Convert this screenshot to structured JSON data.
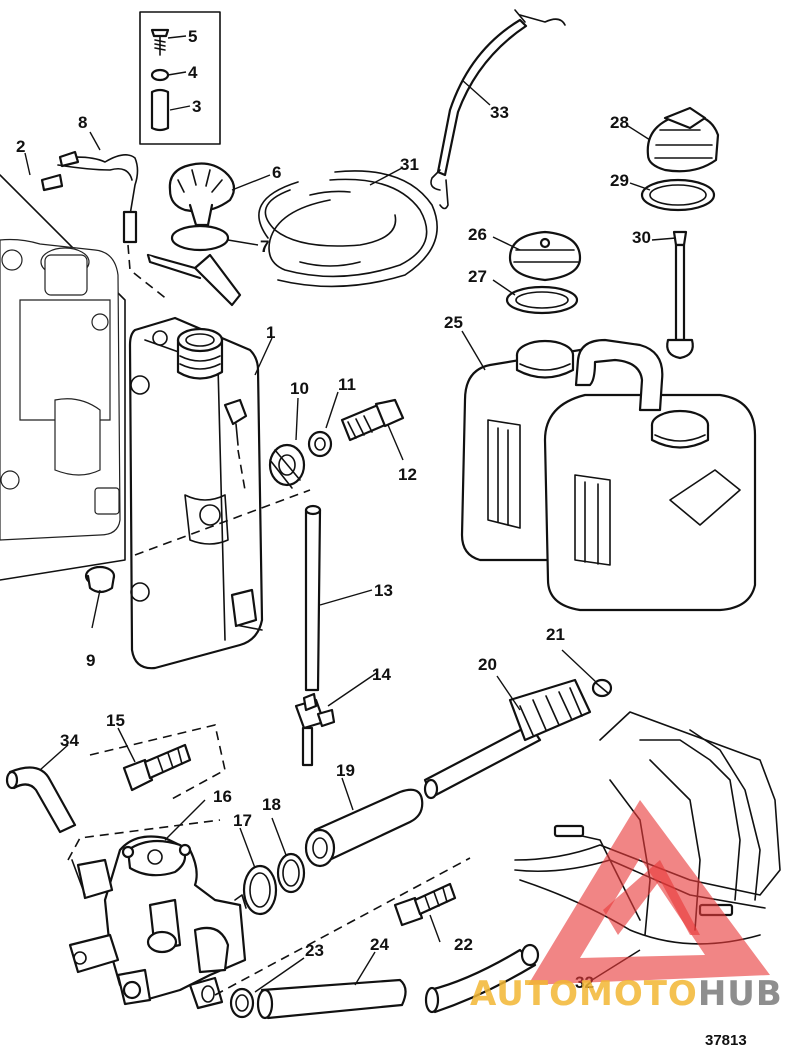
{
  "figure_number": "37813",
  "callouts": [
    {
      "id": "c1",
      "label": "1"
    },
    {
      "id": "c2",
      "label": "2"
    },
    {
      "id": "c3",
      "label": "3"
    },
    {
      "id": "c4",
      "label": "4"
    },
    {
      "id": "c5",
      "label": "5"
    },
    {
      "id": "c6",
      "label": "6"
    },
    {
      "id": "c7",
      "label": "7"
    },
    {
      "id": "c8",
      "label": "8"
    },
    {
      "id": "c9",
      "label": "9"
    },
    {
      "id": "c10",
      "label": "10"
    },
    {
      "id": "c11",
      "label": "11"
    },
    {
      "id": "c12",
      "label": "12"
    },
    {
      "id": "c13",
      "label": "13"
    },
    {
      "id": "c14",
      "label": "14"
    },
    {
      "id": "c15",
      "label": "15"
    },
    {
      "id": "c16",
      "label": "16"
    },
    {
      "id": "c17",
      "label": "17"
    },
    {
      "id": "c18",
      "label": "18"
    },
    {
      "id": "c19",
      "label": "19"
    },
    {
      "id": "c20",
      "label": "20"
    },
    {
      "id": "c21",
      "label": "21"
    },
    {
      "id": "c22",
      "label": "22"
    },
    {
      "id": "c23",
      "label": "23"
    },
    {
      "id": "c24",
      "label": "24"
    },
    {
      "id": "c25",
      "label": "25"
    },
    {
      "id": "c26",
      "label": "26"
    },
    {
      "id": "c27",
      "label": "27"
    },
    {
      "id": "c28",
      "label": "28"
    },
    {
      "id": "c29",
      "label": "29"
    },
    {
      "id": "c30",
      "label": "30"
    },
    {
      "id": "c31",
      "label": "31"
    },
    {
      "id": "c32",
      "label": "32"
    },
    {
      "id": "c33",
      "label": "33"
    },
    {
      "id": "c34",
      "label": "34"
    }
  ],
  "watermark": {
    "text_auto": "AUTO",
    "text_moto": "MOTO",
    "text_hub": "HUB",
    "color_auto": "#f2b632",
    "color_moto": "#f2b632",
    "color_hub": "#7a7a7a",
    "triangle_color": "#e83a3a"
  }
}
